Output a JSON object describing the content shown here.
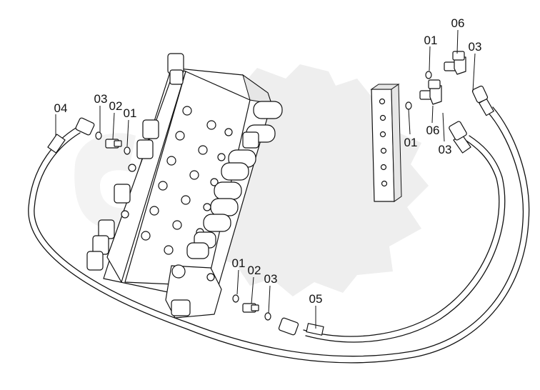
{
  "callouts": {
    "c01_top": "01",
    "c06_top": "06",
    "c03_top": "03",
    "c01_mid": "01",
    "c06_mid": "06",
    "c03_mid": "03",
    "c04_left": "04",
    "c03_left": "03",
    "c02_left": "02",
    "c01_left": "01",
    "c01_bottom": "01",
    "c02_bottom": "02",
    "c03_bottom": "03",
    "c05_bottom": "05"
  }
}
